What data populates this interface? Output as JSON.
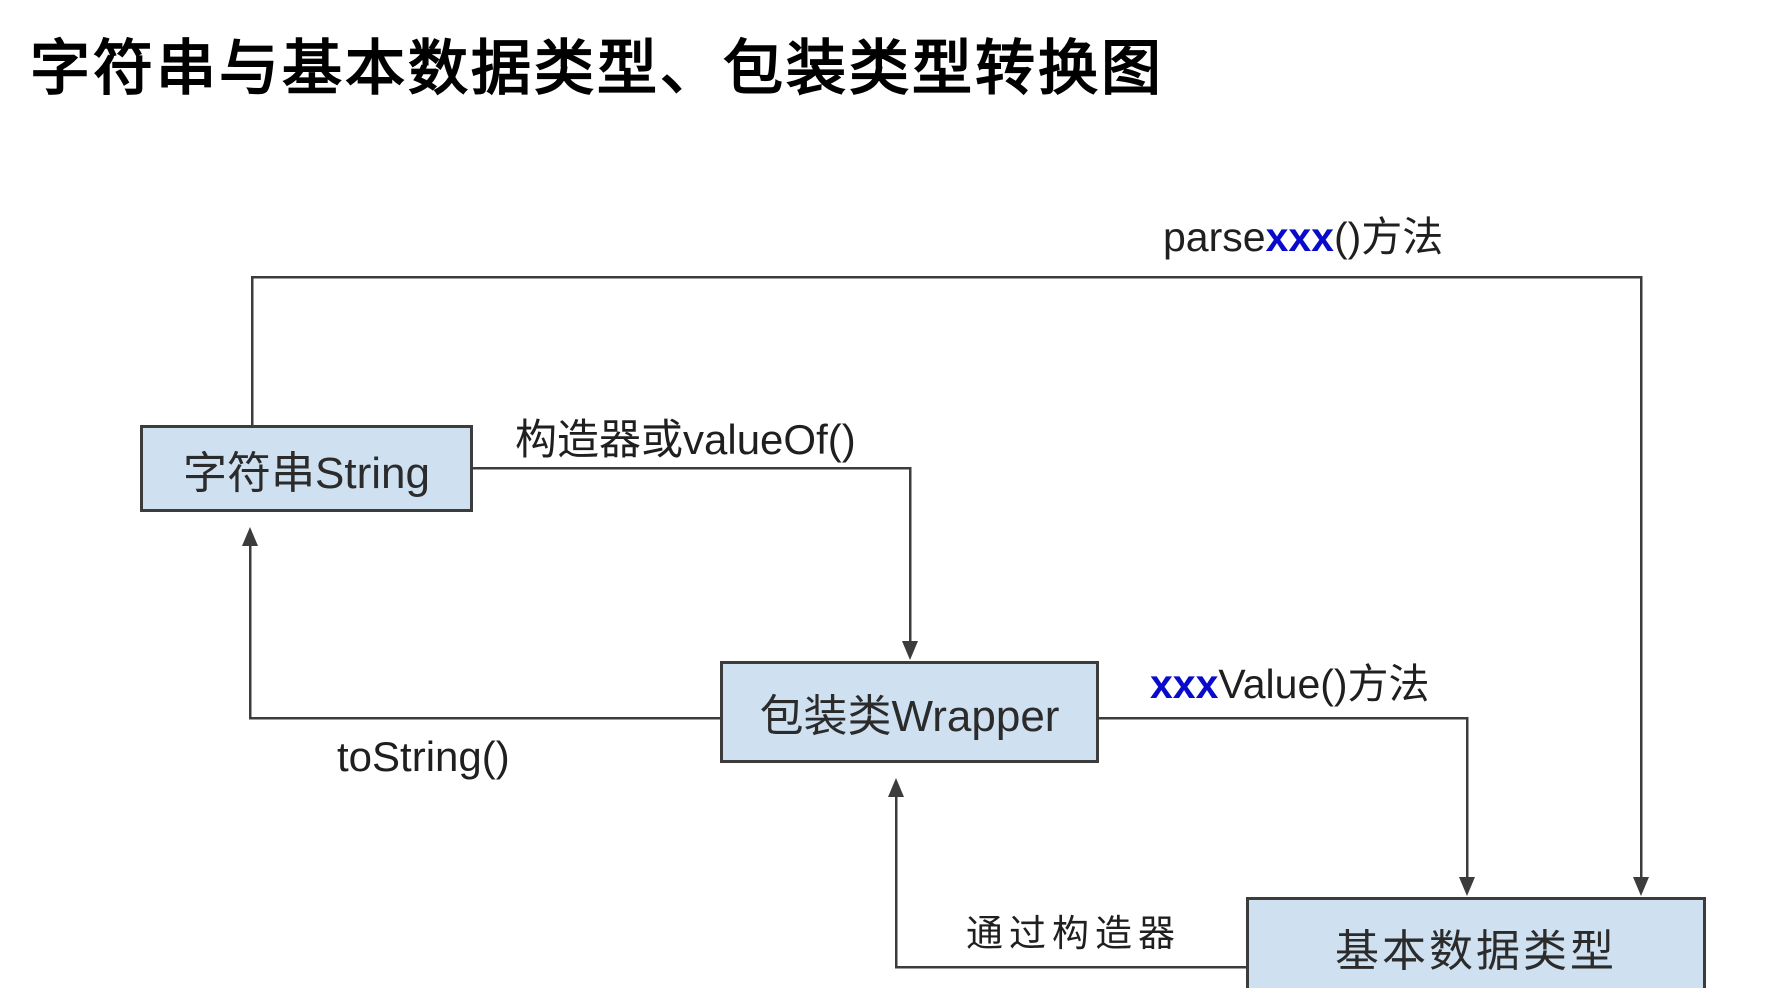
{
  "title": "字符串与基本数据类型、包装类型转换图",
  "colors": {
    "background": "#ffffff",
    "box_fill": "#cfe0f1",
    "box_border": "#3c3c3c",
    "line": "#3c3c3c",
    "text": "#1f1f1f",
    "highlight_blue": "#0a0acc"
  },
  "nodes": {
    "string_box": {
      "label": "字符串String"
    },
    "wrapper_box": {
      "label": "包装类Wrapper"
    },
    "primitive_box": {
      "label": "基本数据类型"
    }
  },
  "edges": {
    "parse": {
      "from": "字符串String",
      "to": "基本数据类型",
      "label_prefix": "parse",
      "label_highlight": "xxx",
      "label_suffix": "()方法"
    },
    "constructor_valueof": {
      "from": "字符串String",
      "to": "包装类Wrapper",
      "label": "构造器或valueOf()"
    },
    "tostring": {
      "from": "包装类Wrapper",
      "to": "字符串String",
      "label": "toString()"
    },
    "xxxvalue": {
      "from": "包装类Wrapper",
      "to": "基本数据类型",
      "label_prefix": "",
      "label_highlight": "xxx",
      "label_suffix": "Value()方法"
    },
    "via_constructor": {
      "from": "基本数据类型",
      "to": "包装类Wrapper",
      "label": "通过构造器"
    }
  }
}
